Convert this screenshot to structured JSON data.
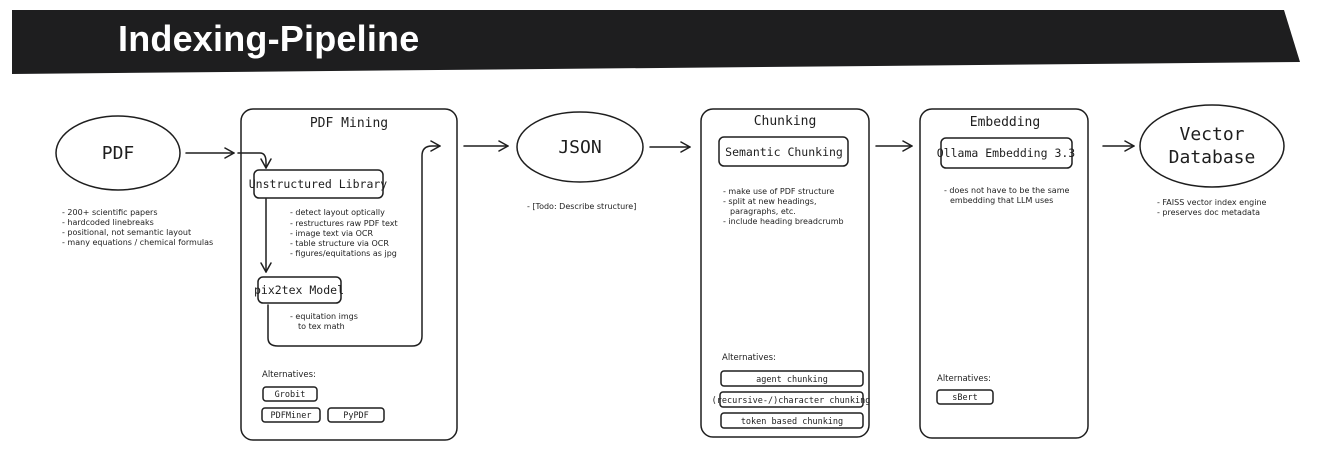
{
  "header": {
    "title": "Indexing-Pipeline"
  },
  "pdf": {
    "label": "PDF",
    "notes": [
      "- 200+ scientific papers",
      "- hardcoded linebreaks",
      "- positional, not semantic layout",
      "- many equations / chemical formulas"
    ]
  },
  "pdf_mining": {
    "title": "PDF Mining",
    "unstructured_label": "Unstructured Library",
    "unstructured_notes": [
      "- detect layout optically",
      "- restructures raw PDF text",
      "- image text via OCR",
      "- table structure via OCR",
      "- figures/equitations as jpg"
    ],
    "pix2tex_label": "pix2tex Model",
    "pix2tex_notes": [
      "- equitation imgs",
      "to tex math"
    ],
    "alternatives_label": "Alternatives:",
    "alternatives": [
      "Grobit",
      "PDFMiner",
      "PyPDF"
    ]
  },
  "json_node": {
    "label": "JSON",
    "note": "- [Todo: Describe structure]"
  },
  "chunking": {
    "title": "Chunking",
    "method_label": "Semantic Chunking",
    "notes": [
      "- make use of PDF structure",
      "- split at new headings,",
      "paragraphs, etc.",
      "- include heading breadcrumb"
    ],
    "alternatives_label": "Alternatives:",
    "alternatives": [
      "agent chunking",
      "(recursive-/)character chunking",
      "token based chunking"
    ]
  },
  "embedding": {
    "title": "Embedding",
    "model_label": "Ollama Embedding 3.3",
    "notes": [
      "- does not have to be the same",
      "embedding that LLM uses"
    ],
    "alternatives_label": "Alternatives:",
    "alternatives": [
      "sBert"
    ]
  },
  "vector_db": {
    "label_line1": "Vector",
    "label_line2": "Database",
    "notes": [
      "- FAISS vector index engine",
      "- preserves doc metadata"
    ]
  }
}
